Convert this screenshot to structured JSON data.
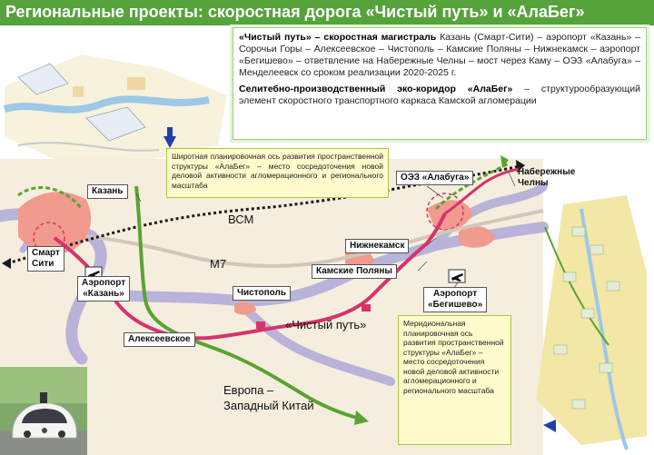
{
  "header": {
    "title": "Региональные проекты: скоростная дорога «Чистый путь» и «АлаБег»"
  },
  "info": {
    "p1_bold": "«Чистый путь» – скоростная магистраль",
    "p1_text": " Казань (Смарт-Сити) – аэропорт «Казань» – Сорочьи Горы – Алексеевское – Чистополь – Камские Поляны – Нижнекамск – аэропорт «Бегишево» – ответвление на Набережные Челны – мост через Каму – ОЭЗ «Алабуга» – Менделеевск со сроком реализации 2020-2025 г.",
    "p2_bold": "Селитебно-производственный эко-коридор «АлаБег»",
    "p2_text": " – структурообразующий элемент скоростного транспортного каркаса Камской агломерации"
  },
  "notes": {
    "top": "Широтная планировочная ось развития пространственной структуры «АлаБег» – место сосредоточения новой деловой активности агломерационного и регионального масштаба",
    "side": "Меридиональная планировочная ось развития пространственной структуры «АлаБег» – место сосредоточения новой деловой активности агломерационного и регионального масштаба"
  },
  "labels": {
    "kazan": "Казань",
    "smart_city": "Смарт\nСити",
    "airport_kazan": "Аэропорт\n«Казань»",
    "alabuga": "ОЭЗ «Алабуга»",
    "chelny": "Набережные\nЧелны",
    "nizhnekamsk": "Нижнекамск",
    "kamskie": "Камские Поляны",
    "chistopol": "Чистополь",
    "airport_begishevo": "Аэропорт\n«Бегишево»",
    "alekseevskoe": "Алексеевское"
  },
  "roads": {
    "vsm": "ВСМ",
    "m7": "М7",
    "chisty": "«Чистый путь»",
    "europe": "Европа –\nЗападный Китай"
  },
  "colors": {
    "title_bg": "#55a33a",
    "road_pink": "#d6336c",
    "road_green": "#5aa332",
    "river": "#b9b3d9",
    "city": "#f19a8e",
    "note_bg": "#fffbcc"
  }
}
